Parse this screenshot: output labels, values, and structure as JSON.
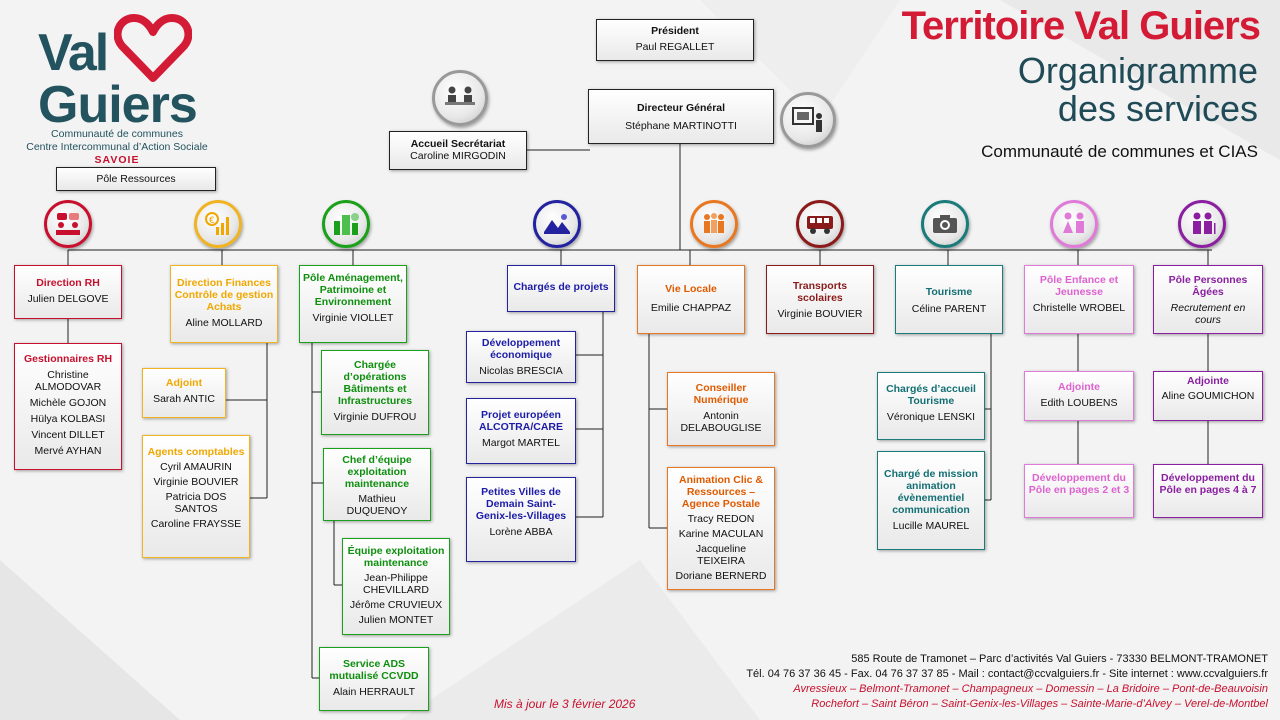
{
  "header": {
    "title_main": "Territoire Val Guiers",
    "title_line2": "Organigramme",
    "title_line3": "des services",
    "subtitle": "Communauté de communes et CIAS"
  },
  "logo": {
    "line1": "Val",
    "line2": "Guiers",
    "sub1": "Communauté de communes",
    "sub2": "Centre Intercommunal d’Action Sociale",
    "sub3": "SAVOIE"
  },
  "top": {
    "president_title": "Président",
    "president_name": "Paul REGALLET",
    "dg_title": "Directeur Général",
    "dg_name": "Stéphane MARTINOTTI",
    "accueil_title": "Accueil Secrétariat",
    "accueil_name": "Caroline MIRGODIN",
    "pole_ressources": "Pôle Ressources"
  },
  "services": {
    "rh": {
      "title": "Direction RH",
      "name": "Julien DELGOVE"
    },
    "rh_gest": {
      "title": "Gestionnaires RH",
      "names": [
        "Christine ALMODOVAR",
        "Michèle GOJON",
        "Hülya KOLBASI",
        "Vincent DILLET",
        "Mervé AYHAN"
      ]
    },
    "fin": {
      "title": "Direction Finances Contrôle de gestion Achats",
      "name": "Aline MOLLARD"
    },
    "fin_adj": {
      "title": "Adjoint",
      "name": "Sarah ANTIC"
    },
    "fin_agents": {
      "title": "Agents comptables",
      "names": [
        "Cyril AMAURIN",
        "Virginie BOUVIER",
        "Patricia DOS SANTOS",
        "Caroline FRAYSSE"
      ]
    },
    "amen": {
      "title": "Pôle Aménagement, Patrimoine et Environnement",
      "name": "Virginie VIOLLET"
    },
    "amen_ops": {
      "title": "Chargée d’opérations Bâtiments et Infrastructures",
      "name": "Virginie DUFROU"
    },
    "amen_chef": {
      "title": "Chef d’équipe exploitation maintenance",
      "name": "Mathieu DUQUENOY"
    },
    "amen_equipe": {
      "title": "Équipe exploitation maintenance",
      "names": [
        "Jean-Philippe CHEVILLARD",
        "Jérôme CRUVIEUX",
        "Julien MONTET"
      ]
    },
    "amen_ads": {
      "title": "Service ADS mutualisé CCVDD",
      "name": "Alain HERRAULT"
    },
    "proj": {
      "title": "Chargés de projets"
    },
    "proj_eco": {
      "title": "Développement économique",
      "name": "Nicolas BRESCIA"
    },
    "proj_eu": {
      "title": "Projet européen ALCOTRA/CARE",
      "name": "Margot MARTEL"
    },
    "proj_pvd": {
      "title": "Petites Villes de Demain Saint-Genix-les-Villages",
      "name": "Lorène ABBA"
    },
    "vie": {
      "title": "Vie Locale",
      "name": "Emilie CHAPPAZ"
    },
    "vie_num": {
      "title": "Conseiller Numérique",
      "name": "Antonin DELABOUGLISE"
    },
    "vie_clic": {
      "title": "Animation Clic & Ressources – Agence Postale",
      "names": [
        "Tracy REDON",
        "Karine MACULAN",
        "Jacqueline TEIXEIRA",
        "Doriane BERNERD"
      ]
    },
    "trans": {
      "title": "Transports scolaires",
      "name": "Virginie BOUVIER"
    },
    "tour": {
      "title": "Tourisme",
      "name": "Céline PARENT"
    },
    "tour_acc": {
      "title": "Chargés d’accueil Tourisme",
      "name": "Véronique LENSKI"
    },
    "tour_anim": {
      "title": "Chargé de mission animation évènementiel communication",
      "name": "Lucille MAUREL"
    },
    "enf": {
      "title": "Pôle Enfance et Jeunesse",
      "name": "Christelle WROBEL"
    },
    "enf_adj": {
      "title": "Adjointe",
      "name": "Edith LOUBENS"
    },
    "enf_dev": {
      "title": "Développement du Pôle en pages 2 et 3"
    },
    "pa": {
      "title": "Pôle Personnes Âgées",
      "name": "Recrutement en cours"
    },
    "pa_adj": {
      "title": "Adjointe",
      "name": "Aline GOUMICHON"
    },
    "pa_dev": {
      "title": "Développement du Pôle en pages 4 à 7"
    }
  },
  "footer": {
    "address": "585 Route de Tramonet – Parc d’activités Val Guiers - 73330 BELMONT-TRAMONET",
    "contact": "Tél. 04 76 37 36 45 - Fax. 04 76 37 37 85 - Mail : contact@ccvalguiers.fr - Site internet : www.ccvalguiers.fr",
    "communes1": "Avressieux – Belmont-Tramonet – Champagneux – Domessin – La Bridoire – Pont-de-Beauvoisin",
    "communes2": "Rochefort – Saint Béron – Saint-Genix-les-Villages – Sainte-Marie-d’Alvey – Verel-de-Montbel",
    "updated": "Mis à jour le 3 février 2026"
  },
  "icons": {
    "rh": "meeting-icon",
    "fin": "finance-icon",
    "amen": "city-icon",
    "proj": "landscape-icon",
    "vie": "community-icon",
    "trans": "bus-icon",
    "tour": "camera-icon",
    "enf": "children-icon",
    "pa": "elderly-couple-icon",
    "accueil": "reception-icon",
    "dg": "presentation-icon"
  },
  "colors": {
    "red": "#c8102e",
    "yellow": "#f0b323",
    "green": "#1aa01a",
    "blue": "#2323a0",
    "orange": "#e87722",
    "darkred": "#8b1a1a",
    "teal": "#1b7b7b",
    "pink": "#e07ad8",
    "purple": "#8a1fa0"
  }
}
